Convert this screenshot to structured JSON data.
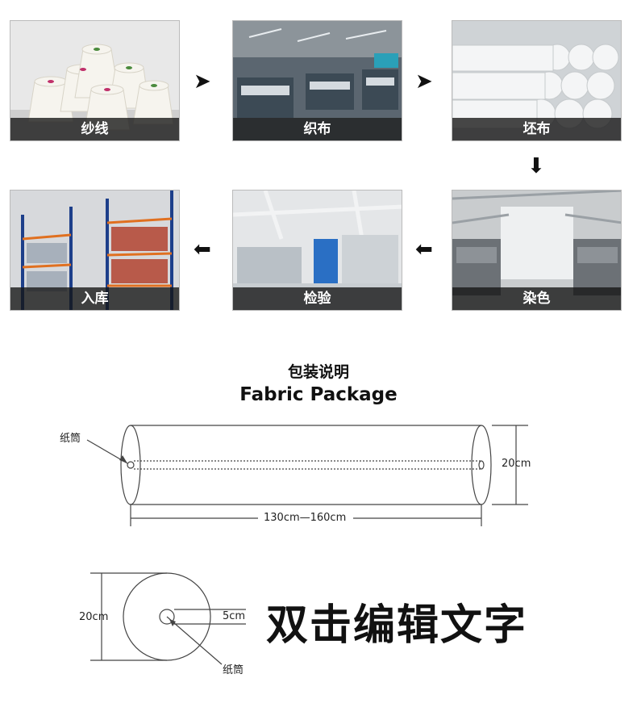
{
  "process": {
    "steps": [
      {
        "label": "纱线"
      },
      {
        "label": "织布"
      },
      {
        "label": "坯布"
      },
      {
        "label": "染色"
      },
      {
        "label": "检验"
      },
      {
        "label": "入库"
      }
    ]
  },
  "package": {
    "title_cn": "包装说明",
    "title_en": "Fabric Package",
    "side_view": {
      "tube_label": "纸筒",
      "diameter_label": "20cm",
      "length_label": "130cm—160cm"
    },
    "end_view": {
      "diameter_label": "20cm",
      "core_label": "5cm",
      "tube_label": "纸筒"
    }
  },
  "edit_text": "双击编辑文字",
  "colors": {
    "caption_bg": "#222222",
    "arrow": "#111111",
    "line": "#444444"
  }
}
